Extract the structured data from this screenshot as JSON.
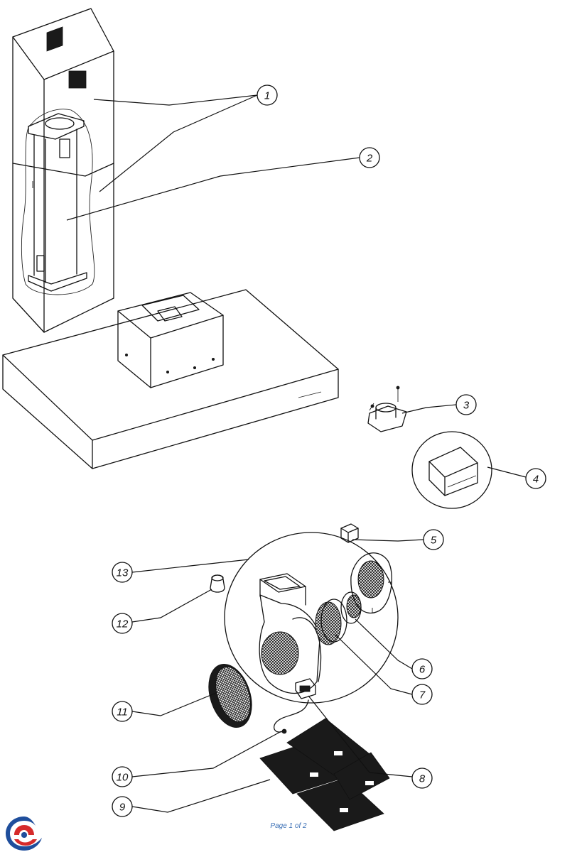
{
  "callouts": [
    {
      "id": "1",
      "label": "1"
    },
    {
      "id": "2",
      "label": "2"
    },
    {
      "id": "3",
      "label": "3"
    },
    {
      "id": "4",
      "label": "4"
    },
    {
      "id": "5",
      "label": "5"
    },
    {
      "id": "6",
      "label": "6"
    },
    {
      "id": "7",
      "label": "7"
    },
    {
      "id": "8",
      "label": "8"
    },
    {
      "id": "9",
      "label": "9"
    },
    {
      "id": "10",
      "label": "10"
    },
    {
      "id": "11",
      "label": "11"
    },
    {
      "id": "12",
      "label": "12"
    },
    {
      "id": "13",
      "label": "13"
    }
  ],
  "footer": {
    "page_label": "Page 1 of 2"
  },
  "colors": {
    "line": "#111111",
    "footer_text": "#3a6fb5",
    "logo_blue": "#1f4e9c",
    "logo_red": "#d62b2b"
  }
}
